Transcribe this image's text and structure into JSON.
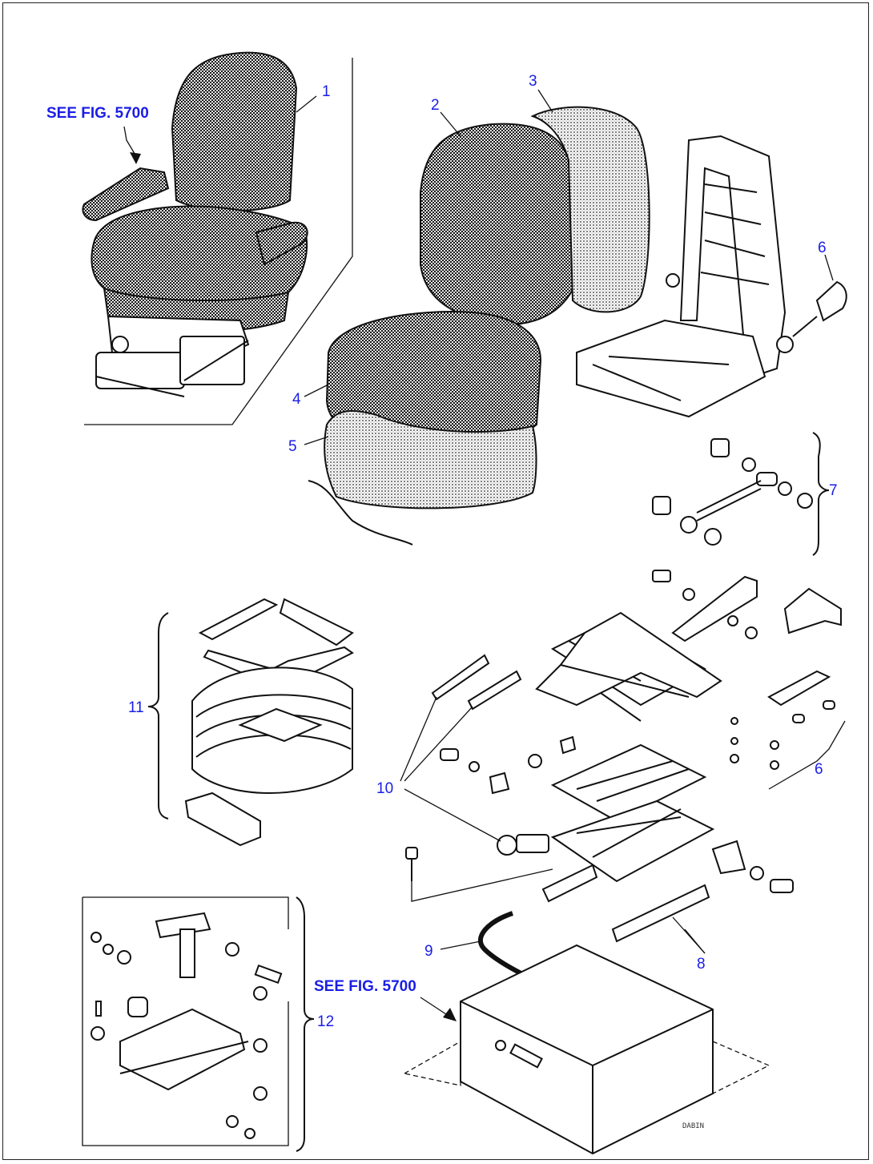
{
  "references": {
    "see_fig_upper": "SEE FIG. 5700",
    "see_fig_lower": "SEE FIG. 5700"
  },
  "callouts": [
    "1",
    "2",
    "3",
    "4",
    "5",
    "6",
    "7",
    "6",
    "10",
    "11",
    "12",
    "9",
    "8"
  ],
  "stamp": "DABIN",
  "colors": {
    "label": "#1a1ee6",
    "line": "#111111"
  },
  "icons": [
    "arrow-icon",
    "bracket-icon"
  ]
}
